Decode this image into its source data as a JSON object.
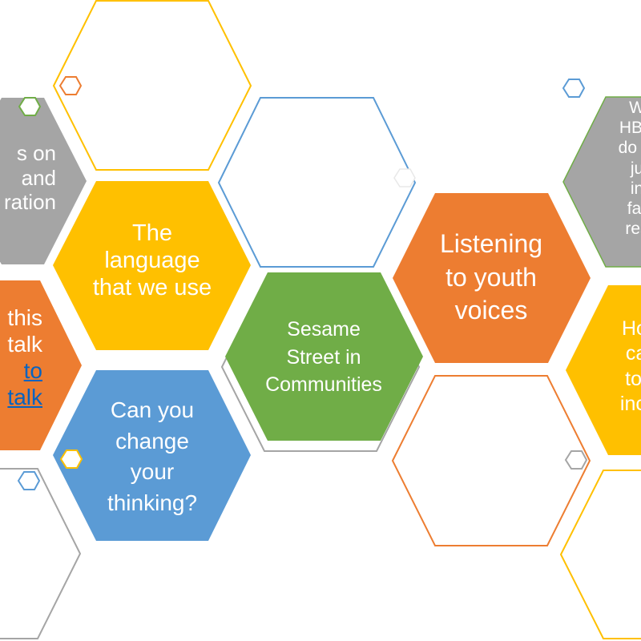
{
  "colors": {
    "orange": "#ed7d31",
    "yellow": "#ffc000",
    "gray": "#a5a5a5",
    "blue": "#5b9bd5",
    "green": "#70ad47",
    "link": "#0563c1"
  },
  "hexagons": {
    "gray_left": {
      "lines": [
        "s on",
        "and",
        "ration"
      ]
    },
    "language": {
      "lines": [
        "The",
        "language",
        "that we use"
      ]
    },
    "orange_left": {
      "lines": [
        "this",
        "talk"
      ],
      "link_lines": [
        "to",
        "talk"
      ]
    },
    "change": {
      "lines": [
        "Can you",
        "change",
        "your",
        "thinking?"
      ]
    },
    "sesame": {
      "lines": [
        "Sesame",
        "Street in",
        "Communities"
      ]
    },
    "youth": {
      "lines": [
        "Listening",
        "to youth",
        "voices"
      ]
    },
    "gray_right": {
      "lines": [
        "W",
        "HBC",
        "do to",
        "ju",
        "in",
        "far",
        "res"
      ]
    },
    "yellow_right": {
      "lines": [
        "How",
        "can",
        "to p",
        "incar"
      ]
    }
  }
}
